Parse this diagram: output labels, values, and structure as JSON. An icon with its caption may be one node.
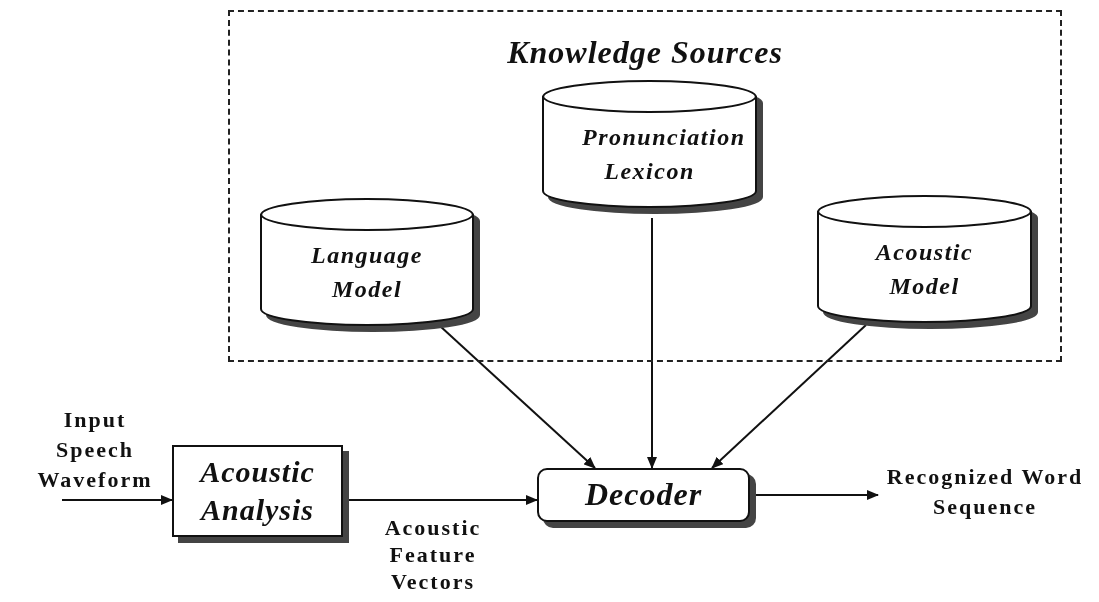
{
  "diagram": {
    "nodes": [
      {
        "text": [
          "Knowledge Sources"
        ]
      },
      {
        "text": [
          "Pronunciation Lexicon"
        ],
        "in": 0
      },
      {
        "text": [
          "Language Model"
        ],
        "in": 0
      },
      {
        "text": [
          "Acoustic Model"
        ],
        "in": 0
      },
      {
        "text": [
          "Input Speech Waveform"
        ]
      },
      {
        "text": [
          "Acoustic Analysis"
        ]
      },
      {
        "text": [
          "Decoder"
        ]
      },
      {
        "text": [
          "Recognized Word Sequence"
        ]
      }
    ],
    "edges": [
      {
        "from": 4,
        "to": 5,
        "arrow": "to"
      },
      {
        "from": 2,
        "to": 6,
        "arrow": "to"
      },
      {
        "from": 1,
        "to": 6,
        "arrow": "to"
      },
      {
        "from": 3,
        "to": 6,
        "arrow": "to"
      },
      {
        "from": 5,
        "to": 6,
        "arrow": "to",
        "label": "Acoustic Feature Vectors"
      },
      {
        "from": 6,
        "to": 7,
        "arrow": "to"
      }
    ]
  }
}
